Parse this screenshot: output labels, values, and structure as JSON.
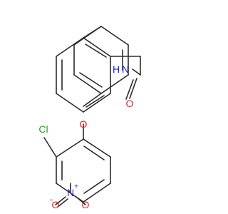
{
  "molecule": {
    "colors": {
      "bond": "#2b2b2b",
      "N": "#1f1fe0",
      "O": "#e01f1f",
      "Cl": "#1fa51f"
    },
    "labels": {
      "amide_N": "N",
      "amide_H": "H",
      "carbonyl_O": "O",
      "ether_O": "O",
      "chlorine": "Cl",
      "nitro_N": "N",
      "nitro_N_charge": "+",
      "nitro_O_top": "O",
      "nitro_O_bottom": "O",
      "nitro_O_charge": "−"
    }
  }
}
